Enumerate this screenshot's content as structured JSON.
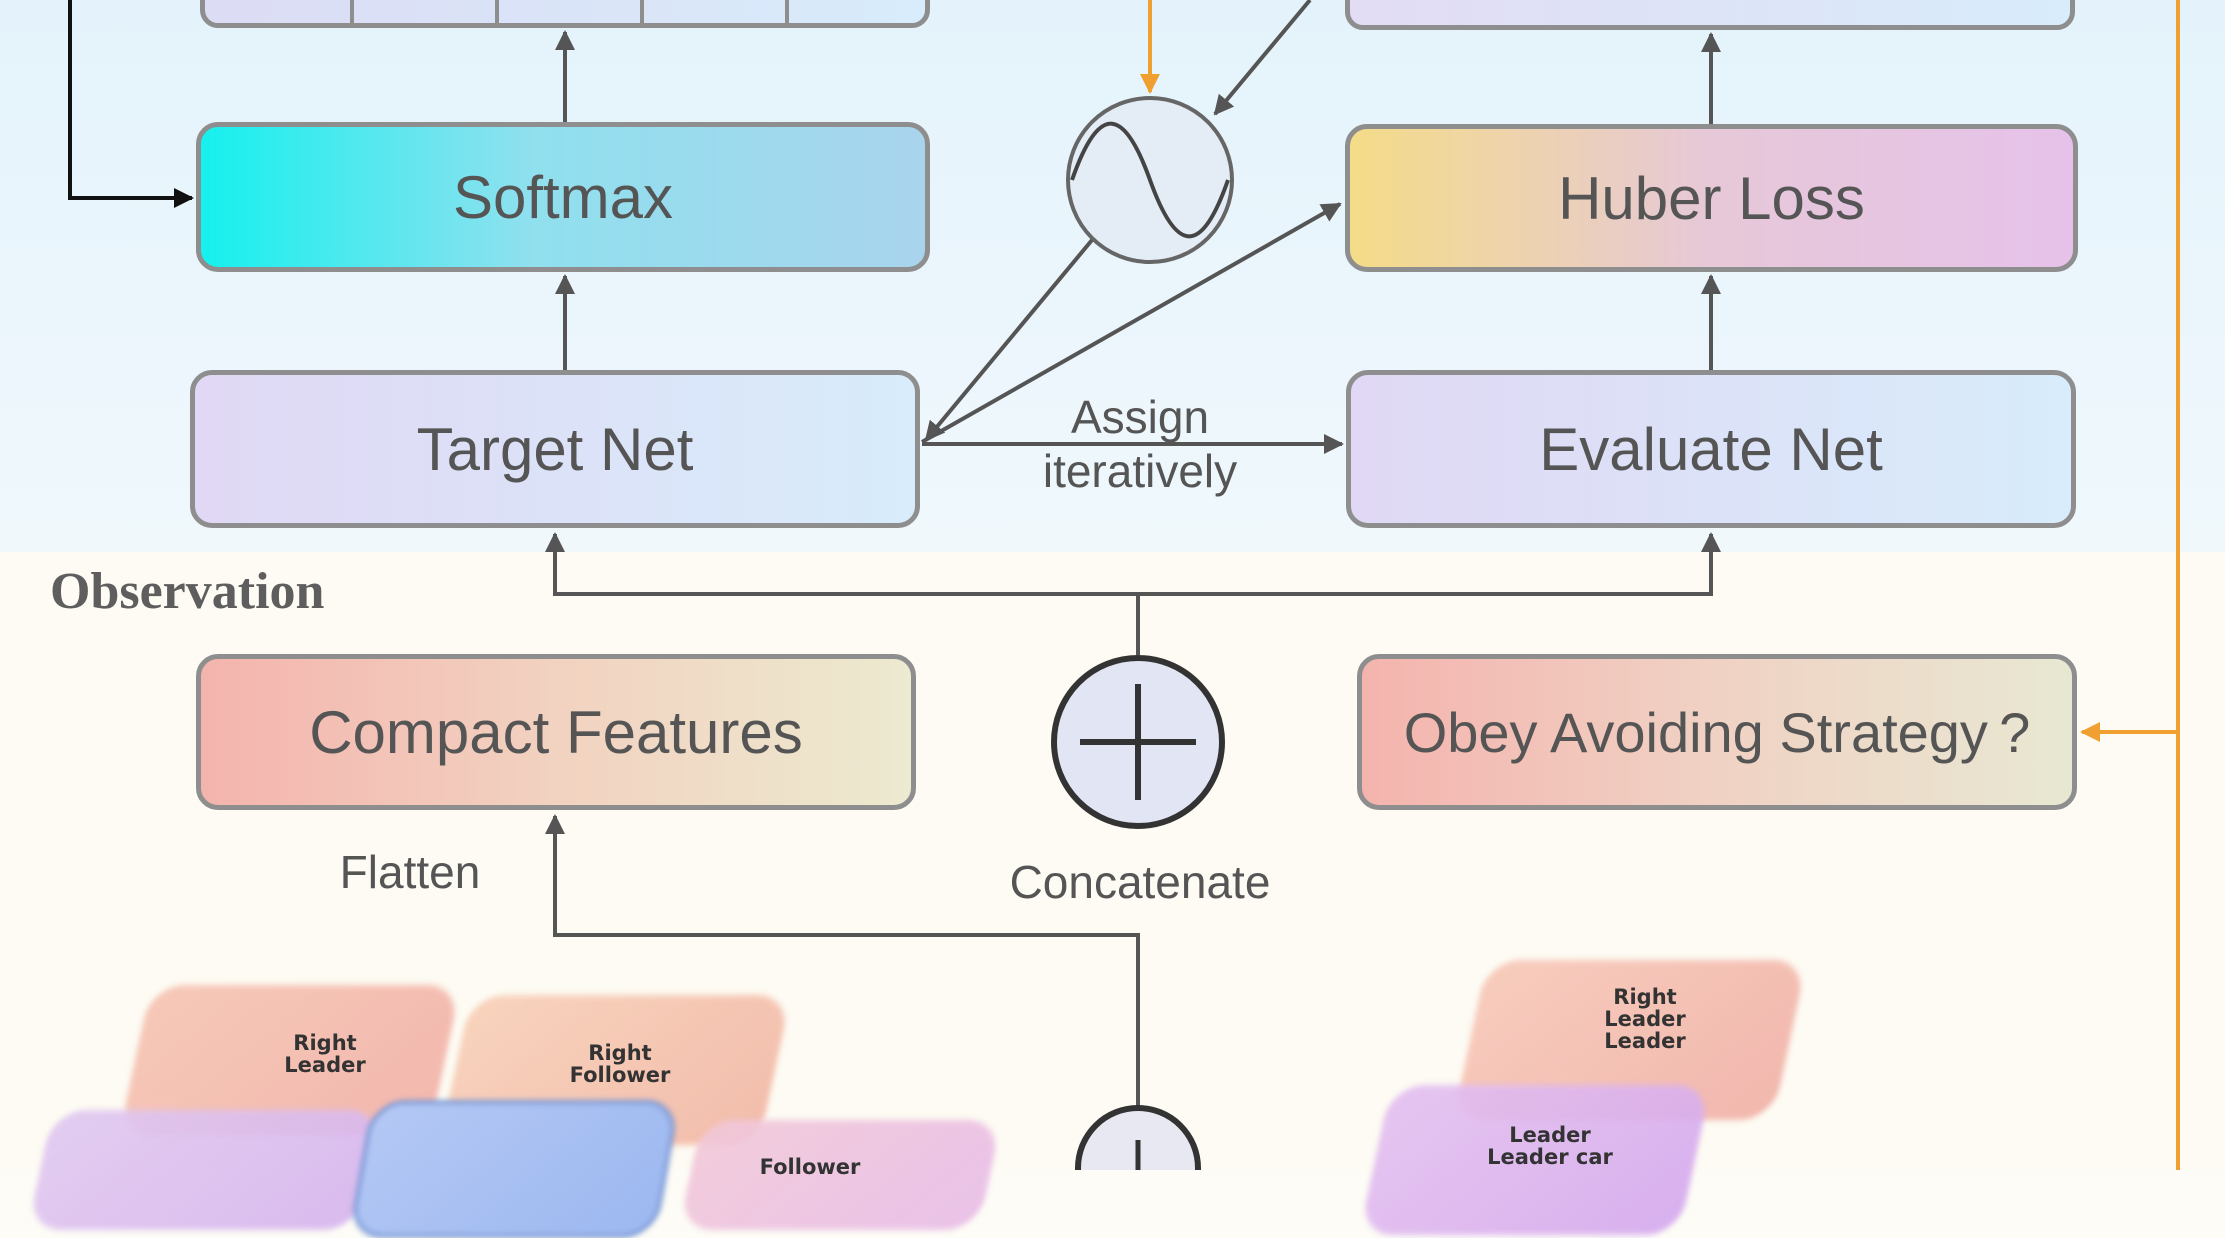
{
  "diagram": {
    "nodes": {
      "softmax": "Softmax",
      "huber_loss": "Huber Loss",
      "target_net": "Target Net",
      "evaluate_net": "Evaluate Net",
      "compact_features": "Compact Features",
      "obey_strategy": "Obey Avoiding Strategy ?"
    },
    "edge_labels": {
      "assign_line1": "Assign",
      "assign_line2": "iteratively",
      "flatten": "Flatten",
      "concatenate": "Concatenate"
    },
    "section_labels": {
      "observation": "Observation"
    },
    "observation_tiles": {
      "right_leader": "Right\nLeader",
      "right_follower": "Right\nFollower",
      "follower": "Follower",
      "right_leader_leader": "Right\nLeader\nLeader",
      "leader_leader_car": "Leader\nLeader car"
    },
    "colors": {
      "arrow_dark": "#555555",
      "arrow_orange": "#f0a030",
      "node_border": "#8e8e8e"
    }
  }
}
